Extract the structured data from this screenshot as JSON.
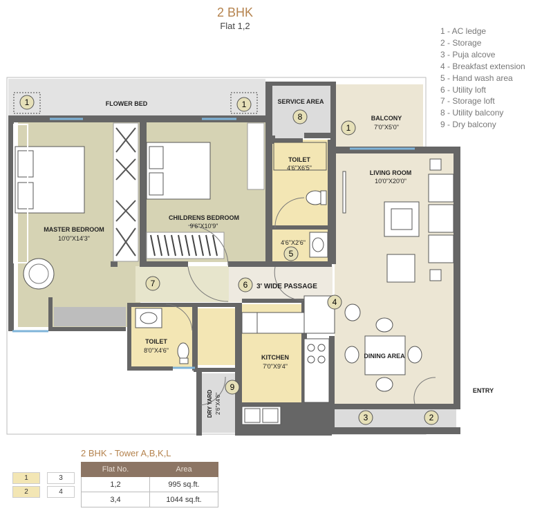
{
  "header": {
    "title": "2 BHK",
    "subtitle": "Flat 1,2"
  },
  "legend": [
    "1 - AC ledge",
    "2 - Storage",
    "3 - Puja alcove",
    "4 - Breakfast extension",
    "5 - Hand wash area",
    "6 - Utility loft",
    "7 - Storage loft",
    "8 - Utility balcony",
    "9 - Dry balcony"
  ],
  "rooms": {
    "flower_bed": "FLOWER BED",
    "service_area": "SERVICE AREA",
    "balcony": "BALCONY",
    "balcony_dim": "7'0\"X5'0\"",
    "master_bedroom": "MASTER BEDROOM",
    "master_bedroom_dim": "10'0\"X14'3\"",
    "childrens_bedroom": "CHILDRENS BEDROOM",
    "childrens_bedroom_dim": "9'6\"X10'9\"",
    "toilet1": "TOILET",
    "toilet1_dim": "4'6\"X6'5\"",
    "hand_wash_dim": "4'6\"X2'6\"",
    "living_room": "LIVING ROOM",
    "living_room_dim": "10'0\"X20'0\"",
    "passage": "3' WIDE PASSAGE",
    "toilet2": "TOILET",
    "toilet2_dim": "8'0\"X4'6\"",
    "kitchen": "KITCHEN",
    "kitchen_dim": "7'0\"X9'4\"",
    "dining_area": "DINING AREA",
    "dry_yard": "DRY YARD",
    "dry_yard_dim": "2'6\"X4'6\"",
    "entry": "ENTRY"
  },
  "markers": [
    "1",
    "1",
    "1",
    "8",
    "5",
    "7",
    "6",
    "4",
    "9",
    "3",
    "2"
  ],
  "area_table": {
    "title": "2 BHK - Tower A,B,K,L",
    "headers": [
      "Flat No.",
      "Area"
    ],
    "rows": [
      [
        "1,2",
        "995 sq.ft."
      ],
      [
        "3,4",
        "1044 sq.ft."
      ]
    ]
  },
  "key_plan": [
    "1",
    "3",
    "2",
    "4"
  ],
  "colors": {
    "accent": "#b5834e",
    "wall": "#666666",
    "bedroom_floor": "#d6d3b4",
    "wet_floor": "#f3e6b4",
    "living_floor": "#ece6d4",
    "passage_floor": "#eeeae0"
  }
}
